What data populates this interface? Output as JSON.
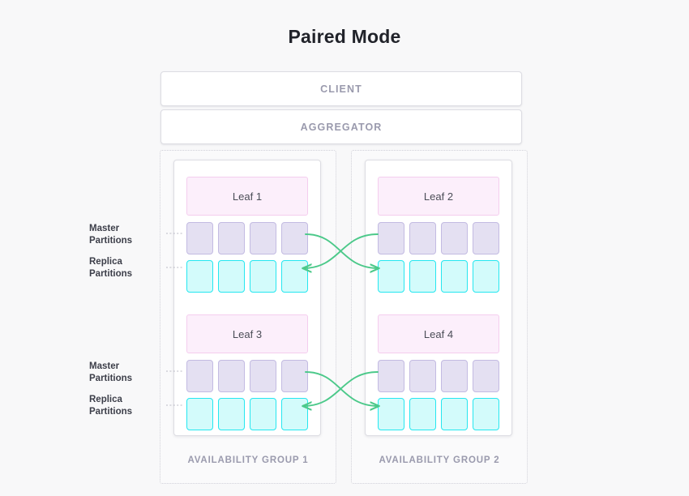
{
  "title": "Paired Mode",
  "top_bars": [
    {
      "name": "client",
      "label": "CLIENT"
    },
    {
      "name": "aggregator",
      "label": "AGGREGATOR"
    }
  ],
  "side_labels": [
    {
      "line1": "Master",
      "line2": "Partitions"
    },
    {
      "line1": "Replica",
      "line2": "Partitions"
    },
    {
      "line1": "Master",
      "line2": "Partitions"
    },
    {
      "line1": "Replica",
      "line2": "Partitions"
    }
  ],
  "availability_groups": [
    {
      "label": "AVAILABILITY GROUP 1",
      "leaves": [
        {
          "label": "Leaf 1",
          "master_partitions": 4,
          "replica_partitions": 4
        },
        {
          "label": "Leaf 3",
          "master_partitions": 4,
          "replica_partitions": 4
        }
      ]
    },
    {
      "label": "AVAILABILITY GROUP 2",
      "leaves": [
        {
          "label": "Leaf 2",
          "master_partitions": 4,
          "replica_partitions": 4
        },
        {
          "label": "Leaf 4",
          "master_partitions": 4,
          "replica_partitions": 4
        }
      ]
    }
  ],
  "colors": {
    "background": "#f8f8f9",
    "title_text": "#21232a",
    "bar_text": "#9a9aad",
    "bar_fill": "#ffffff",
    "bar_border": "#dcdce2",
    "group_border": "#cfcfd8",
    "card_fill": "#ffffff",
    "card_border": "#dddde3",
    "leaf_fill": "#fceffb",
    "leaf_border": "#f4cdee",
    "leaf_text": "#4b4d57",
    "master_fill": "#e4e0f2",
    "master_border": "#c3bbe2",
    "replica_fill": "#d3fbfb",
    "replica_border": "#25e7f0",
    "arrow": "#4cc98a",
    "connector_dotted": "#b9b9c4",
    "side_label_text": "#3c3e49"
  },
  "replication_arrows": {
    "description": "Master partitions replicate crosswise to the paired group's replica partitions",
    "count": 4
  }
}
